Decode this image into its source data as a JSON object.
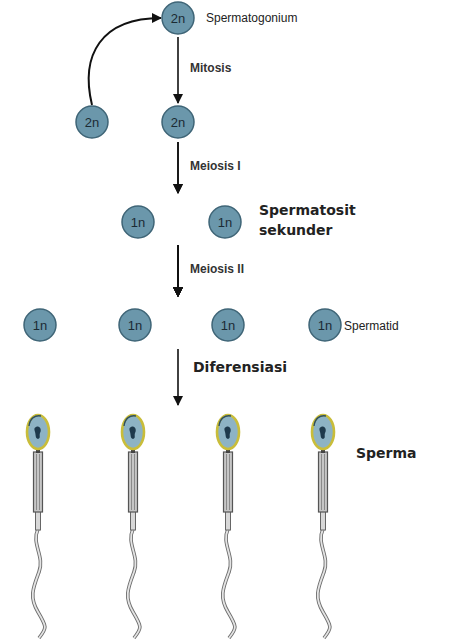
{
  "diagram": {
    "nodes": [
      {
        "text": [
          "2n"
        ]
      },
      {
        "text": [
          "2n"
        ]
      },
      {
        "text": [
          "2n"
        ]
      },
      {
        "text": [
          "1n"
        ]
      },
      {
        "text": [
          "1n"
        ]
      },
      {
        "text": [
          "1n"
        ]
      },
      {
        "text": [
          "1n"
        ]
      },
      {
        "text": [
          "1n"
        ]
      },
      {
        "text": [
          "1n"
        ]
      }
    ],
    "edges": [
      {
        "from": 1,
        "to": 0,
        "arrow": "to"
      },
      {
        "from": 0,
        "to": 2,
        "arrow": "to",
        "label": "Mitosis"
      },
      {
        "from": 2,
        "to": 3,
        "arrow": "to",
        "label": "Meiosis I"
      },
      {
        "from": 2,
        "to": 4,
        "arrow": "to"
      },
      {
        "from": 3,
        "to": 5,
        "arrow": "to",
        "label": "Meiosis II"
      },
      {
        "from": 3,
        "to": 6,
        "arrow": "to"
      },
      {
        "from": 3,
        "to": 7,
        "arrow": "to"
      },
      {
        "from": 3,
        "to": 8,
        "arrow": "to"
      },
      {
        "from": 4,
        "to": 5,
        "arrow": "to"
      },
      {
        "from": 4,
        "to": 6,
        "arrow": "to"
      },
      {
        "from": 4,
        "to": 7,
        "arrow": "to"
      },
      {
        "from": 4,
        "to": 8,
        "arrow": "to"
      }
    ],
    "labels": [
      "Spermatogonium",
      "Spermatosit sekunder",
      "Spermatid",
      "Diferensiasi",
      "Sperma"
    ]
  }
}
